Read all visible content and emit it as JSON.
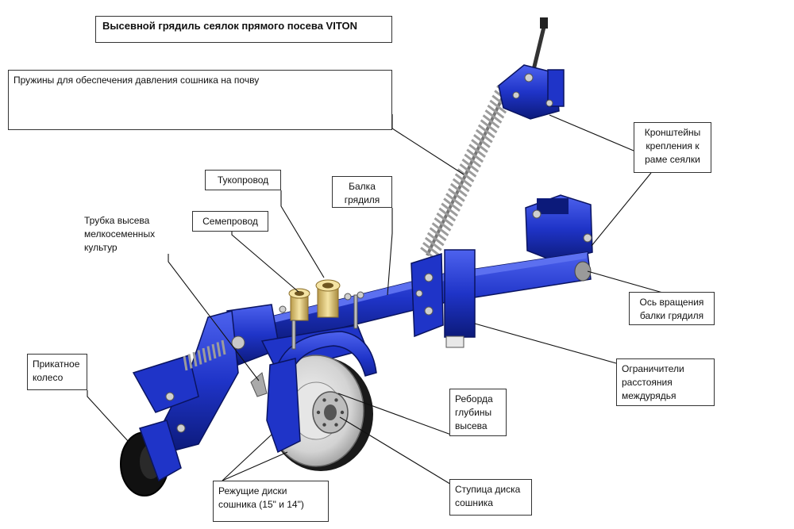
{
  "title": "Высевной грядиль сеялок прямого посева VITON",
  "labels": {
    "springs": "Пружины для обеспечения давления сошника на почву",
    "brackets": "Кронштейны крепления к раме сеялки",
    "fertilizer_tube": "Тукопровод",
    "beam": "Балка грядиля",
    "seed_tube": "Семепровод",
    "small_seed_tube": "Трубка высева мелкосеменных культур",
    "pivot_axis": "Ось вращения балки грядиля",
    "press_wheel": "Прикатное колесо",
    "row_limiters": "Ограничители расстояния междурядья",
    "depth_flange": "Реборда глубины высева",
    "cutting_discs": "Режущие диски сошника (15\" и 14\")",
    "disc_hub": "Ступица диска сошника"
  },
  "colors": {
    "frame": "#1f34c8",
    "frame_dark": "#0c1a7a",
    "frame_light": "#4d62ee",
    "disc": "#d9d9d9",
    "tire": "#111111",
    "brass": "#e4cf86",
    "spring": "#b5b5b5"
  }
}
